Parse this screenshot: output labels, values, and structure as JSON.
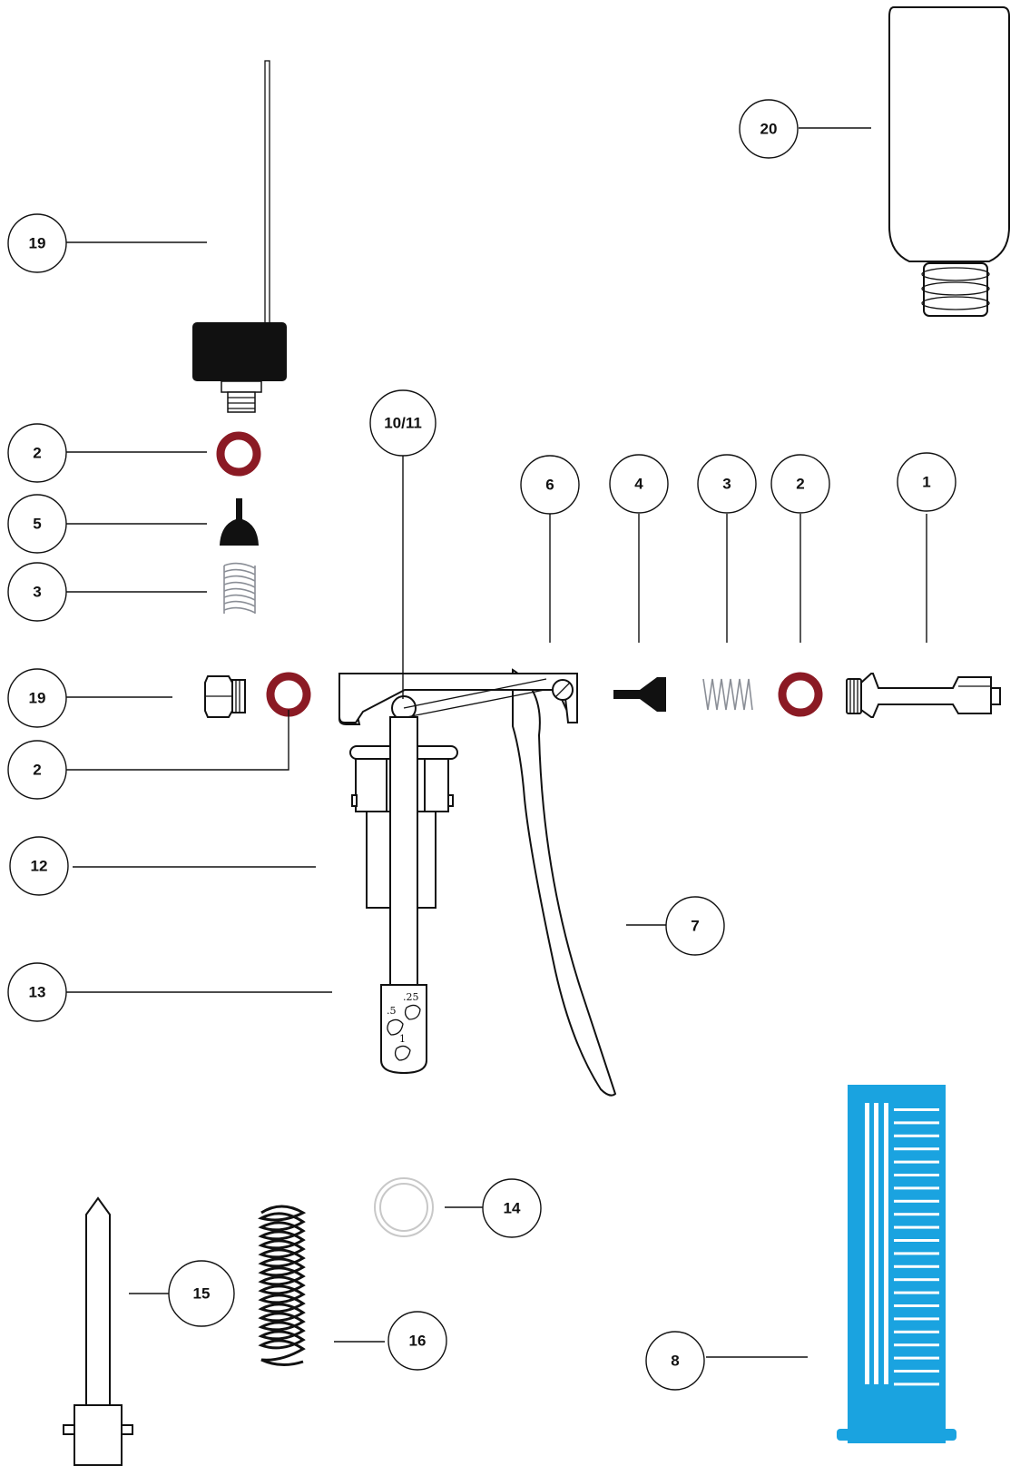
{
  "colors": {
    "seal_ring": "#8b1a24",
    "light_spring": "#8a8e96",
    "measuring_cylinder": "#1aa3e0",
    "washer": "#c8c8c8",
    "outline": "#111111"
  },
  "callouts": {
    "c20": "20",
    "c19_top": "19",
    "c2_top": "2",
    "c5": "5",
    "c3_left": "3",
    "c19_left": "19",
    "c2_left": "2",
    "c10_11": "10/11",
    "c6": "6",
    "c4": "4",
    "c3_right": "3",
    "c2_right": "2",
    "c1": "1",
    "c12": "12",
    "c7": "7",
    "c13": "13",
    "c14": "14",
    "c15": "15",
    "c16": "16",
    "c8": "8"
  },
  "dose_plate": {
    "mark_a": ".5",
    "mark_b": ".25",
    "mark_c": "1"
  }
}
